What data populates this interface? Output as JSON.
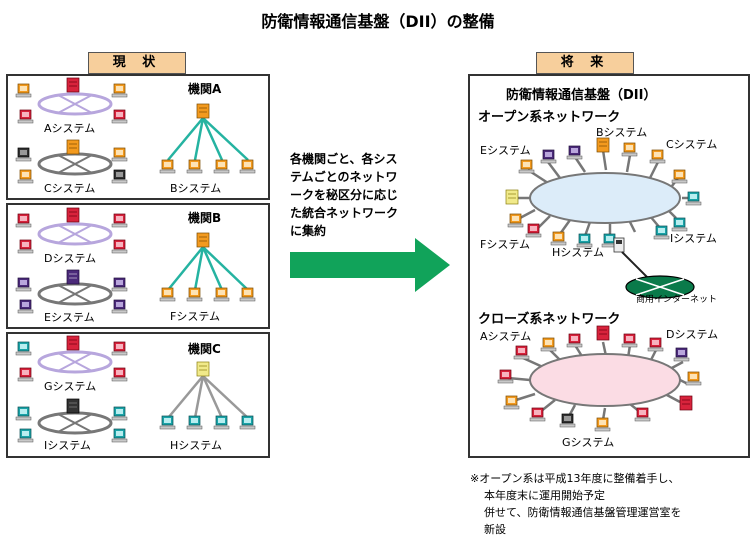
{
  "title": "防衛情報通信基盤（DII）の整備",
  "current": {
    "header": "現 状",
    "agencies": [
      {
        "name": "機関A",
        "ring1": "Aシステム",
        "ring2": "Cシステム",
        "star": "Bシステム"
      },
      {
        "name": "機関B",
        "ring1": "Dシステム",
        "ring2": "Eシステム",
        "star": "Fシステム"
      },
      {
        "name": "機関C",
        "ring1": "Gシステム",
        "ring2": "Iシステム",
        "star": "Hシステム"
      }
    ]
  },
  "arrow_text": [
    "各機関ごと、各シス",
    "テムごとのネットワ",
    "ークを秘区分に応じ",
    "た統合ネットワーク",
    "に集約"
  ],
  "future": {
    "header": "将 来",
    "panel_title": "防衛情報通信基盤（DII）",
    "open_title": "オープン系ネットワーク",
    "open_labels": {
      "b": "Bシステム",
      "c": "Cシステム",
      "e": "Eシステム",
      "f": "Fシステム",
      "h": "Hシステム",
      "i": "Iシステム"
    },
    "internet": "商用インターネット",
    "closed_title": "クローズ系ネットワーク",
    "closed_labels": {
      "a": "Aシステム",
      "d": "Dシステム",
      "g": "Gシステム"
    }
  },
  "note": [
    "※オープン系は平成13年度に整備着手し、",
    "本年度末に運用開始予定",
    "併せて、防衛情報通信基盤管理運営室を",
    "新設"
  ],
  "colors": {
    "orange": "#f39a1e",
    "red": "#d8233c",
    "purple": "#4b2a7a",
    "teal": "#1aa3a8",
    "gray": "#777777",
    "ring_lilac": "#b7a6dd",
    "open_fill": "#dcecf9",
    "closed_fill": "#fbdce4",
    "arrow": "#11a35a",
    "star_line": "#25b3a1",
    "internet": "#0a7a4a"
  }
}
